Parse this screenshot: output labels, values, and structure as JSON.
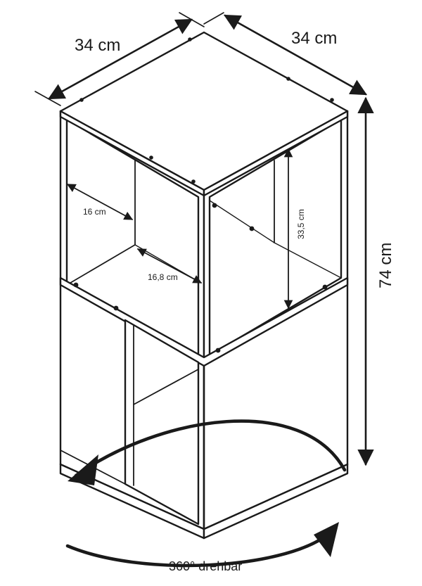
{
  "dimensions": {
    "width_top_left": "34 cm",
    "width_top_right": "34 cm",
    "height_total": "74 cm",
    "inner_depth": "16 cm",
    "inner_width": "16,8 cm",
    "inner_height": "33,5 cm"
  },
  "rotation": {
    "label": "360° drehbar"
  }
}
